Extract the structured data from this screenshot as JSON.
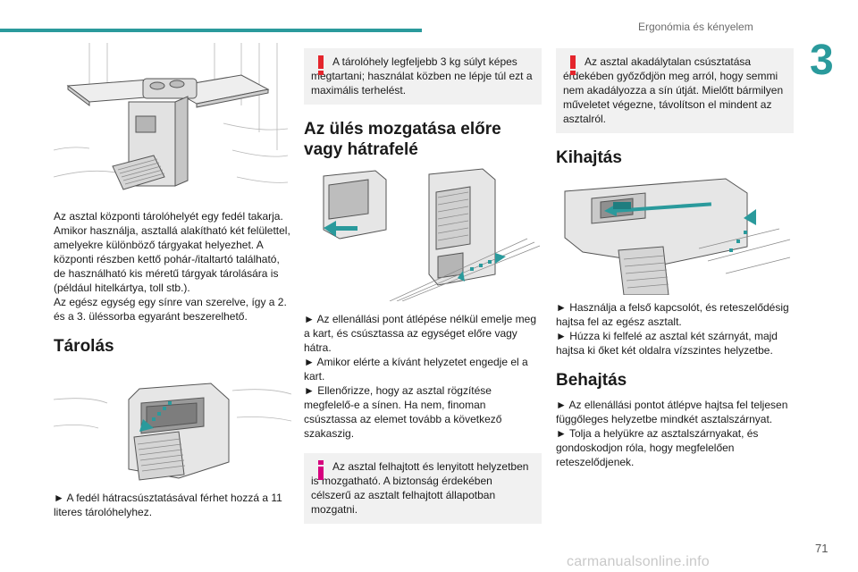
{
  "header": {
    "section_title": "Ergonómia és kényelem",
    "chapter_number": "3",
    "page_number": "71",
    "watermark": "carmanualsonline.info"
  },
  "colors": {
    "accent": "#2a9a9c",
    "warning": "#e4252c",
    "info": "#d6007e"
  },
  "col1": {
    "intro": [
      "Az asztal központi tárolóhelyét egy fedél takarja. Amikor használja, asztallá alakítható két felülettel, amelyekre különböző tárgyakat helyezhet. A központi részben kettő pohár-/italtartó található, de használható kis méretű tárgyak tárolására is (például hitelkártya, toll stb.).",
      "Az egész egység egy sínre van szerelve, így a 2. és a 3. üléssorba egyaránt beszerelhető."
    ],
    "storage_heading": "Tárolás",
    "storage_text": "► A fedél hátracsúsztatásával férhet hozzá a 11 literes tárolóhelyhez."
  },
  "col2": {
    "warning_text": "A tárolóhely legfeljebb 3 kg súlyt képes megtartani; használat közben ne lépje túl ezt a maximális terhelést.",
    "move_heading": "Az ülés mozgatása előre vagy hátrafelé",
    "move_steps": [
      "► Az ellenállási pont átlépése nélkül emelje meg a kart, és csúsztassa az egységet előre vagy hátra.",
      "► Amikor elérte a kívánt helyzetet engedje el a kart.",
      "► Ellenőrizze, hogy az asztal rögzítése megfelelő-e a sínen. Ha nem, finoman csúsztassa az elemet tovább a következő szakaszig."
    ],
    "info_text": "Az asztal felhajtott és lenyitott helyzetben is mozgatható. A biztonság érdekében célszerű az asztalt felhajtott állapotban mozgatni."
  },
  "col3": {
    "warning_text": "Az asztal akadálytalan csúsztatása érdekében győződjön meg arról, hogy semmi nem akadályozza a sín útját. Mielőtt bármilyen műveletet végezne, távolítson el mindent az asztalról.",
    "unfold_heading": "Kihajtás",
    "unfold_steps": [
      "► Használja a felső kapcsolót, és reteszelődésig hajtsa fel az egész asztalt.",
      "► Húzza ki felfelé az asztal két szárnyát, majd hajtsa ki őket két oldalra vízszintes helyzetbe."
    ],
    "fold_heading": "Behajtás",
    "fold_steps": [
      "► Az ellenállási pontot átlépve hajtsa fel teljesen függőleges helyzetbe mindkét asztalszárnyat.",
      "► Tolja a helyükre az asztalszárnyakat, és gondoskodjon róla, hogy megfelelően reteszelődjenek."
    ]
  }
}
